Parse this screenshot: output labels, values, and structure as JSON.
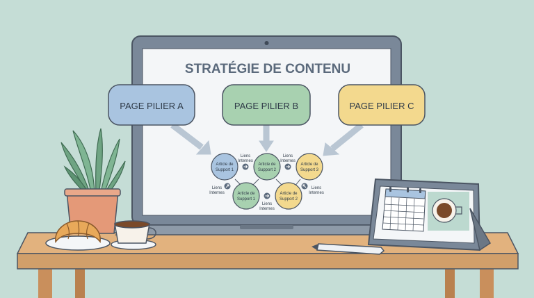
{
  "screen": {
    "title": "STRATÉGIE DE CONTENU",
    "pillars": [
      {
        "label": "PAGE PILIER A",
        "color": "#a9c4e0"
      },
      {
        "label": "PAGE PILIER B",
        "color": "#a8d1b0"
      },
      {
        "label": "PAGE PILIER C",
        "color": "#f3d98e"
      }
    ],
    "articles": {
      "top_left": {
        "line1": "Article de",
        "line2": "Support 1"
      },
      "top_mid": {
        "line1": "Article de",
        "line2": "Support 2"
      },
      "top_right": {
        "line1": "Article de",
        "line2": "Support 3"
      },
      "bottom_left": {
        "line1": "Article de",
        "line2": "Support 1"
      },
      "bottom_right": {
        "line1": "Article de",
        "line2": "Support 2"
      }
    },
    "link_labels": {
      "top_left": {
        "line1": "Liens",
        "line2": "Internes"
      },
      "top_right": {
        "line1": "Liens",
        "line2": "Internes"
      },
      "mid_left": {
        "line1": "Liens",
        "line2": "Internes"
      },
      "mid_right": {
        "line1": "Liens",
        "line2": "Internes"
      },
      "bottom": {
        "line1": "Liens",
        "line2": "Internes"
      }
    }
  },
  "colors": {
    "background": "#c5ddd6",
    "laptop_frame": "#7a8899",
    "screen_bg": "#f4f6f8",
    "title_text": "#5b6a7c",
    "desk_top": "#e2b27e",
    "desk_legs": "#c98f5c",
    "pot": "#e49978",
    "leaf": "#6fa483",
    "arrow": "#b9c6d3"
  },
  "icons": [
    "plant-icon",
    "croissant-icon",
    "coffee-cup-icon",
    "pen-icon",
    "tablet-icon",
    "calendar-icon"
  ]
}
